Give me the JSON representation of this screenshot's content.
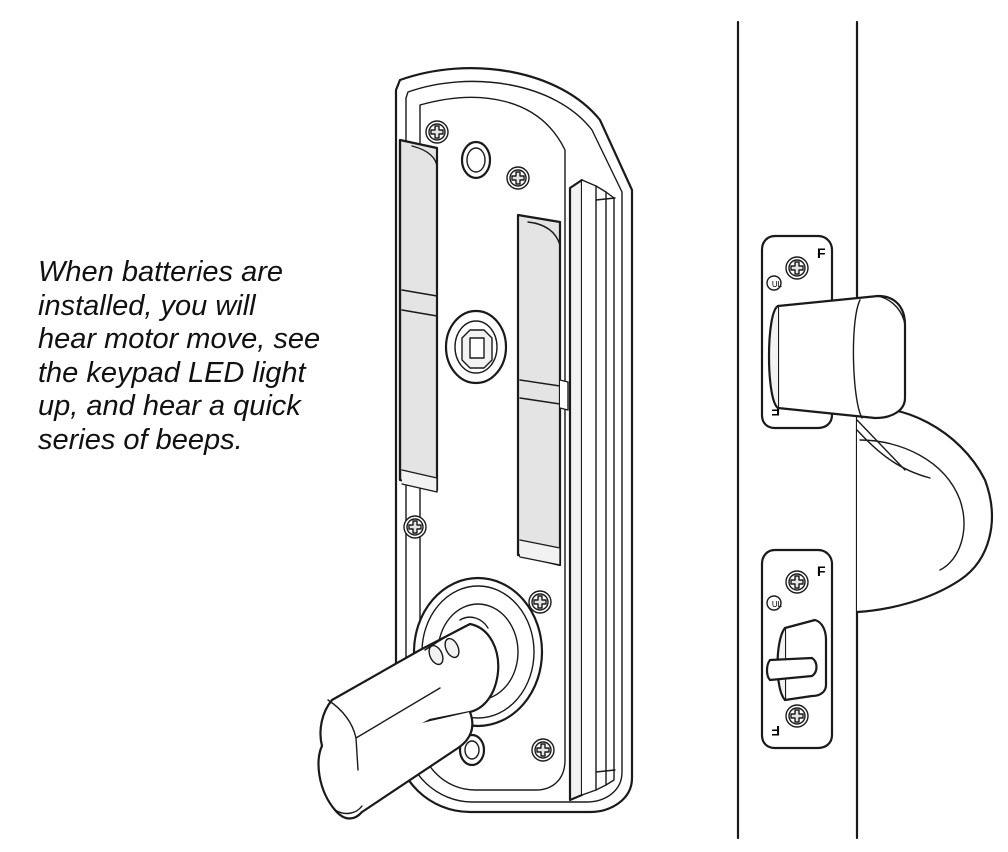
{
  "caption": {
    "lines": [
      "When batteries are",
      "installed, you will",
      "hear motor move, see",
      "the keypad LED light",
      "up, and hear a quick",
      "series of beeps."
    ]
  },
  "strike_plates": {
    "marking_letter": "F",
    "listing_mark": "UL"
  },
  "colors": {
    "line": "#1a1a1a",
    "background": "#ffffff",
    "shade": "#e4e4e4"
  },
  "icons": [
    "phillips-screw-icon",
    "ul-mark-icon"
  ]
}
